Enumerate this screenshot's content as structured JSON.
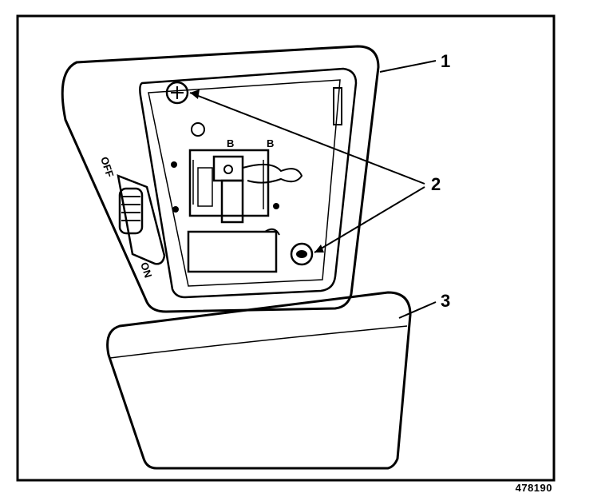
{
  "callouts": {
    "c1": "1",
    "c2": "2",
    "c3": "3"
  },
  "switch": {
    "off": "OFF",
    "on": "ON"
  },
  "figure_id": "478190",
  "colors": {
    "line": "#000000",
    "paper": "#ffffff"
  }
}
